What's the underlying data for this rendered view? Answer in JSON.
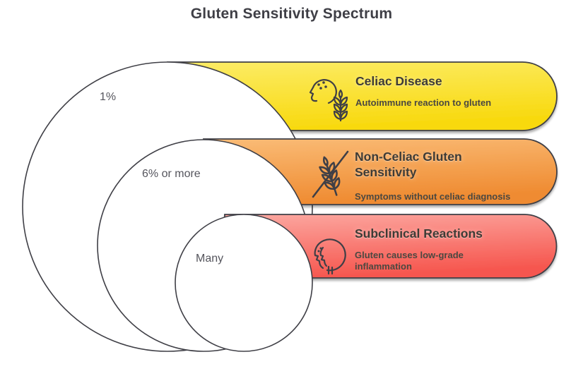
{
  "title": "Gluten Sensitivity Spectrum",
  "stroke_color": "#3f3f46",
  "rows": [
    {
      "label": "Celiac Disease",
      "description": "Autoimmune reaction to gluten",
      "prevalence": "1%",
      "icon": "allergy-face-wheat-icon",
      "gradient_top": "#fcec67",
      "gradient_bottom": "#f8d90e"
    },
    {
      "label": "Non-Celiac Gluten Sensitivity",
      "description": "Symptoms without celiac diagnosis",
      "prevalence": "6% or more",
      "icon": "wheat-crossed-icon",
      "gradient_top": "#fabc77",
      "gradient_bottom": "#ef8b31"
    },
    {
      "label": "Subclinical Reactions",
      "description": "Gluten causes low-grade inflammation",
      "prevalence": "Many",
      "icon": "inflamed-head-icon",
      "gradient_top": "#fca8a1",
      "gradient_bottom": "#f6574f"
    }
  ]
}
